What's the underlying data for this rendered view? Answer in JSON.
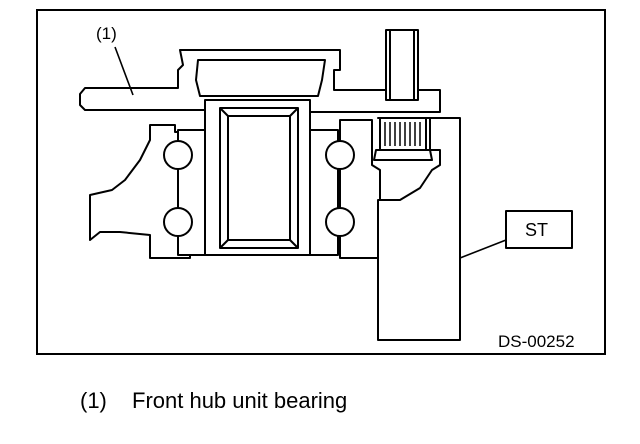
{
  "diagram": {
    "callout_label": "(1)",
    "tool_label": "ST",
    "figure_code": "DS-00252"
  },
  "legend": {
    "number": "(1)",
    "text": "Front hub unit bearing"
  },
  "colors": {
    "ink": "#000000",
    "fill": "#ffffff",
    "shade": "#d9d9d9"
  }
}
